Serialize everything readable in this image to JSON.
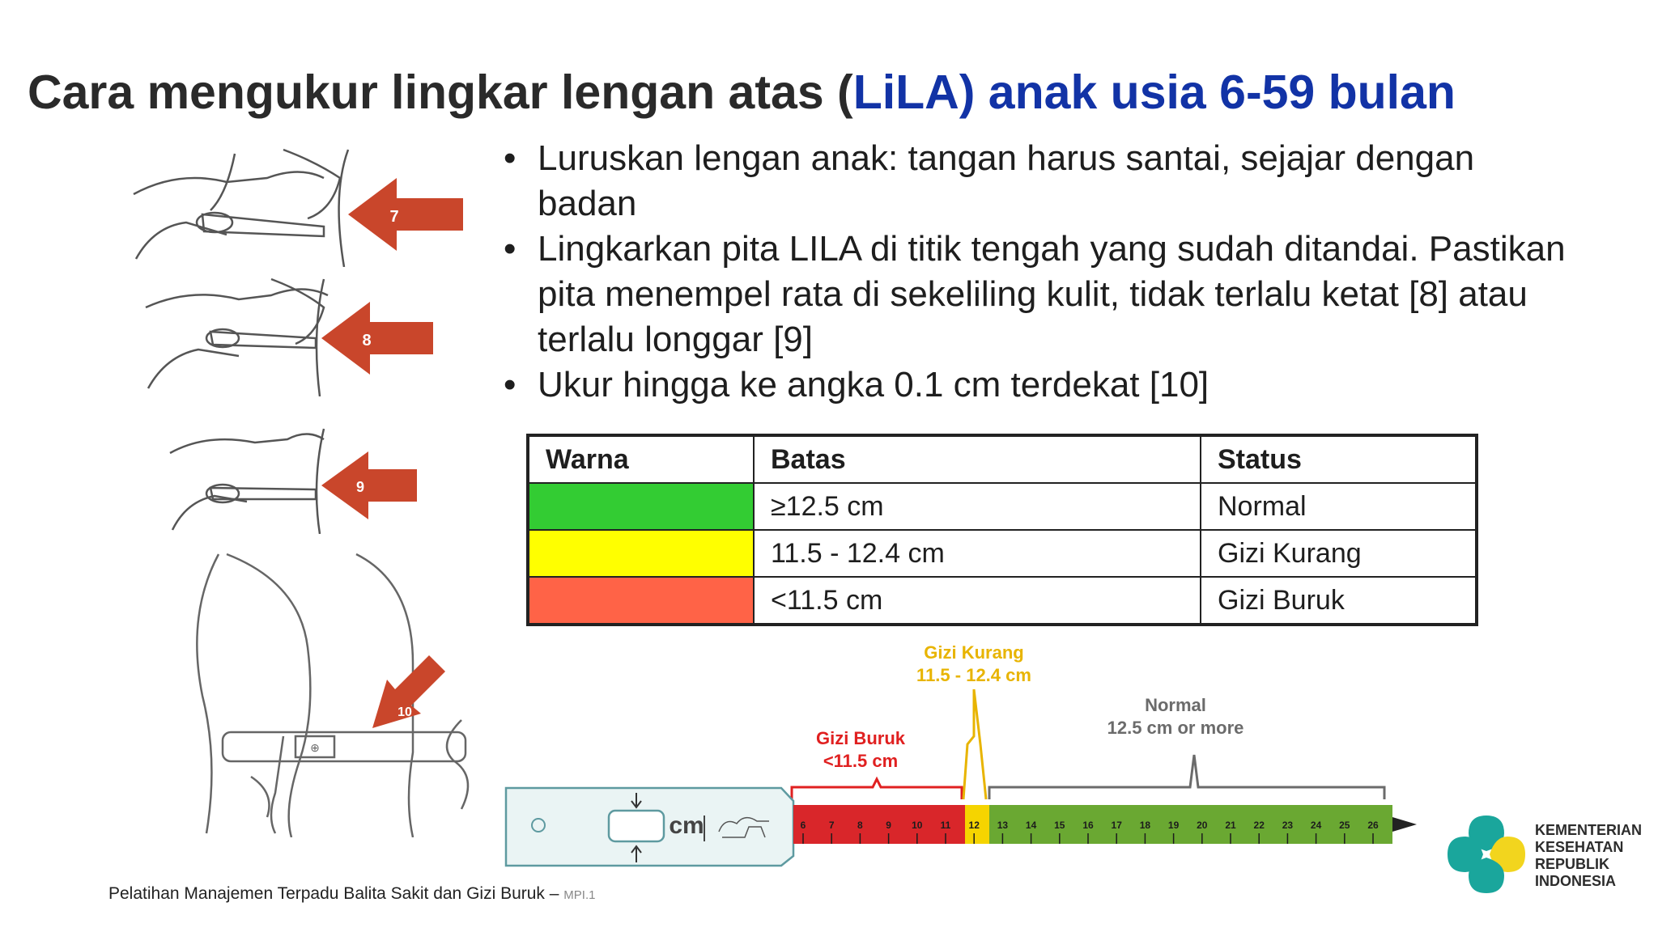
{
  "title": {
    "part1": "Cara mengukur lingkar lengan atas (",
    "highlight": "LiLA) anak usia 6-59 bulan"
  },
  "bullets": [
    "Luruskan lengan anak: tangan harus santai, sejajar dengan badan",
    "Lingkarkan pita LILA di titik tengah yang sudah ditandai. Pastikan pita menempel rata di sekeliling kulit, tidak terlalu ketat [8] atau terlalu longgar [9]",
    "Ukur hingga ke angka 0.1 cm terdekat [10]"
  ],
  "table": {
    "headers": [
      "Warna",
      "Batas",
      "Status"
    ],
    "rows": [
      {
        "color": "#33cc33",
        "batas": "≥12.5 cm",
        "status": "Normal"
      },
      {
        "color": "#ffff00",
        "batas": "11.5 - 12.4 cm",
        "status": "Gizi Kurang"
      },
      {
        "color": "#ff6347",
        "batas": "<11.5 cm",
        "status": "Gizi Buruk"
      }
    ]
  },
  "illustrations": {
    "step_numbers": [
      "7",
      "8",
      "9",
      "10"
    ]
  },
  "tape": {
    "unit": "cm",
    "kurang_label": "Gizi Kurang",
    "kurang_range": "11.5 - 12.4 cm",
    "normal_label": "Normal",
    "normal_range": "12.5 cm or more",
    "buruk_label": "Gizi Buruk",
    "buruk_range": "<11.5 cm",
    "ticks": [
      "6",
      "7",
      "8",
      "9",
      "10",
      "11",
      "12",
      "13",
      "14",
      "15",
      "16",
      "17",
      "18",
      "19",
      "20",
      "21",
      "22",
      "23",
      "24",
      "25",
      "26"
    ]
  },
  "footer": {
    "text": "Pelatihan Manajemen Terpadu Balita Sakit dan Gizi Buruk –",
    "code": "MPI.1"
  },
  "logo": {
    "lines": [
      "KEMENTERIAN",
      "KESEHATAN",
      "REPUBLIK",
      "INDONESIA"
    ]
  },
  "colors": {
    "title_highlight": "#1233a6",
    "arrow": "#c9462b",
    "tape_red": "#d9262a",
    "tape_yellow": "#f5d400",
    "tape_green": "#6aa832",
    "label_red": "#e02020",
    "label_yellow": "#e8b400",
    "label_gray": "#6b6b6b"
  }
}
